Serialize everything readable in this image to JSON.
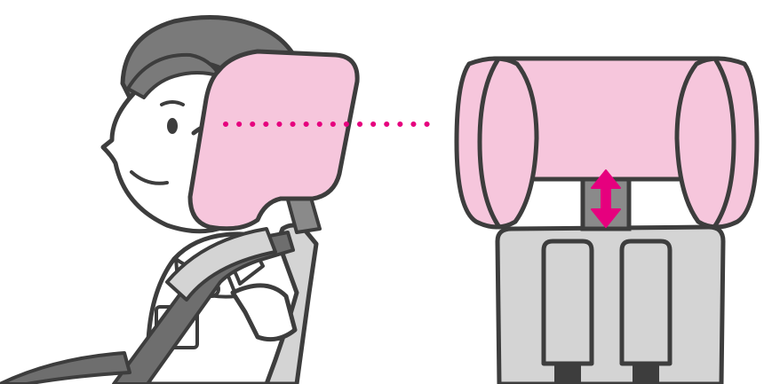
{
  "illustration": {
    "left_panel": "child-seated-side-view-with-headrest",
    "right_panel": "headrest-front-view-with-height-adjust-arrow"
  },
  "colors": {
    "outline": "#3d3d3d",
    "hair": "#7a7a7a",
    "skin": "#ffffff",
    "headrest_fill": "#f6c6dc",
    "seat_fill": "#d4d4d4",
    "seat_post": "#8a8a8a",
    "belt_fill": "#6e6e6e",
    "accent_magenta": "#e6007e",
    "background": "#ffffff"
  },
  "icons": {
    "alignment_line": "dotted-alignment-line",
    "adjust_arrow": "double-headed-vertical-arrow"
  }
}
